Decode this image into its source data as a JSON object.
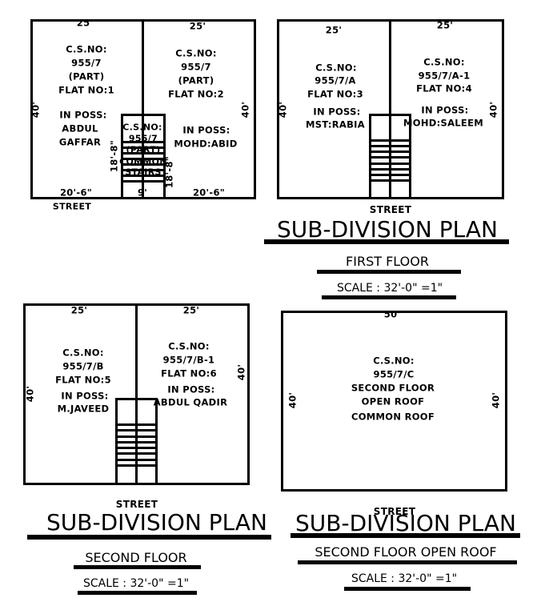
{
  "plan1": {
    "top_left_dim": "25'",
    "top_right_dim": "25'",
    "left_dim": "40'",
    "right_dim": "40'",
    "flat1": {
      "cs_label": "C.S.NO:",
      "cs_no": "955/7",
      "part": "(PART)",
      "flat": "FLAT NO:1",
      "poss": "IN POSS:",
      "owner_line1": "ABDUL",
      "owner_line2": "GAFFAR"
    },
    "flat2": {
      "cs_label": "C.S.NO:",
      "cs_no": "955/7",
      "part": "(PART)",
      "flat": "FLAT NO:2",
      "poss": "IN POSS:",
      "owner": "MOHD:ABID"
    },
    "stair": {
      "cs_label": "C.S.NO:",
      "cs_no": "955/7",
      "part": "(PART)",
      "line4": "COMMON",
      "line5": "STAIRS"
    },
    "stair_dim_left": "18'-8\"",
    "stair_dim_right": "18'-8\"",
    "bottom_left_dim": "20'-6\"",
    "bottom_mid_dim": "9'",
    "bottom_right_dim": "20'-6\"",
    "street": "STREET"
  },
  "plan2": {
    "top_left_dim": "25'",
    "top_right_dim": "25'",
    "left_dim": "40'",
    "right_dim": "40'",
    "flat3": {
      "cs_label": "C.S.NO:",
      "cs_no": "955/7/A",
      "flat": "FLAT NO:3",
      "poss": "IN POSS:",
      "owner": "MST:RABIA"
    },
    "flat4": {
      "cs_label": "C.S.NO:",
      "cs_no": "955/7/A-1",
      "flat": "FLAT NO:4",
      "poss": "IN POSS:",
      "owner": "MOHD:SALEEM"
    },
    "street": "STREET",
    "title": "SUB-DIVISION PLAN",
    "floor": "FIRST FLOOR",
    "scale": "SCALE : 32'-0\" =1\""
  },
  "plan3": {
    "top_left_dim": "25'",
    "top_right_dim": "25'",
    "left_dim": "40'",
    "right_dim": "40'",
    "flat5": {
      "cs_label": "C.S.NO:",
      "cs_no": "955/7/B",
      "flat": "FLAT NO:5",
      "poss": "IN POSS:",
      "owner": "M.JAVEED"
    },
    "flat6": {
      "cs_label": "C.S.NO:",
      "cs_no": "955/7/B-1",
      "flat": "FLAT NO:6",
      "poss": "IN POSS:",
      "owner": "ABDUL QADIR"
    },
    "street": "STREET",
    "title": "SUB-DIVISION PLAN",
    "floor": "SECOND FLOOR",
    "scale": "SCALE : 32'-0\" =1\""
  },
  "plan4": {
    "top_dim": "50'",
    "left_dim": "40'",
    "right_dim": "40'",
    "roof": {
      "cs_label": "C.S.NO:",
      "cs_no": "955/7/C",
      "line3": "SECOND FLOOR",
      "line4": "OPEN ROOF",
      "line5": "COMMON ROOF"
    },
    "street": "STREET",
    "title": "SUB-DIVISION PLAN",
    "floor": "SECOND FLOOR OPEN ROOF",
    "scale": "SCALE : 32'-0\" =1\""
  }
}
